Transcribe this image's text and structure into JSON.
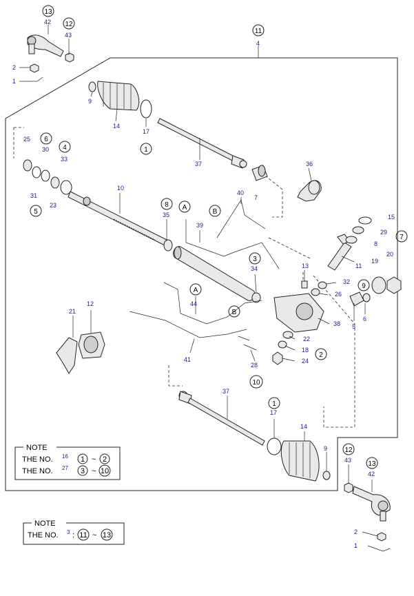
{
  "labels": {
    "l42a": "42",
    "l43a": "43",
    "l2a": "2",
    "l1a": "1",
    "l4": "4",
    "l9a": "9",
    "l14a": "14",
    "l17a": "17",
    "l37a": "37",
    "l36": "36",
    "l25": "25",
    "l30": "30",
    "l33": "33",
    "l31": "31",
    "l23": "23",
    "l10": "10",
    "l35": "35",
    "l39": "39",
    "l40": "40",
    "l7a": "7",
    "l15": "15",
    "l29": "29",
    "l8": "8",
    "l34": "34",
    "l13": "13",
    "l11": "11",
    "l19": "19",
    "l20": "20",
    "l32": "32",
    "l26": "26",
    "l44": "44",
    "l21": "21",
    "l12": "12",
    "l5": "5",
    "l6": "6",
    "l38": "38",
    "l22": "22",
    "l18": "18",
    "l24": "24",
    "l41": "41",
    "l28": "28",
    "l37b": "37",
    "l17b": "17",
    "l14b": "14",
    "l9b": "9",
    "l43b": "43",
    "l42b": "42",
    "l2b": "2",
    "l1b": "1"
  },
  "circled": {
    "c13a": "13",
    "c12a": "12",
    "c11": "11",
    "c1a": "1",
    "c6": "6",
    "c4": "4",
    "c5": "5",
    "c8": "8",
    "cA1": "A",
    "cB1": "B",
    "c3": "3",
    "c9": "9",
    "c7": "7",
    "cA2": "A",
    "cB2": "B",
    "c2": "2",
    "c10": "10",
    "c1b": "1",
    "c12b": "12",
    "c13b": "13"
  },
  "note1": {
    "title": "NOTE",
    "row1_prefix": "THE NO.",
    "row1_part": "16",
    "row1_from": "1",
    "row1_sep": "~",
    "row1_to": "2",
    "row2_prefix": "THE NO.",
    "row2_part": "27",
    "row2_from": "3",
    "row2_sep": "~",
    "row2_to": "10"
  },
  "note2": {
    "title": "NOTE",
    "row_prefix": "THE NO.",
    "row_part": "3",
    "row_colon": ":",
    "row_from": "11",
    "row_sep": "~",
    "row_to": "13"
  }
}
